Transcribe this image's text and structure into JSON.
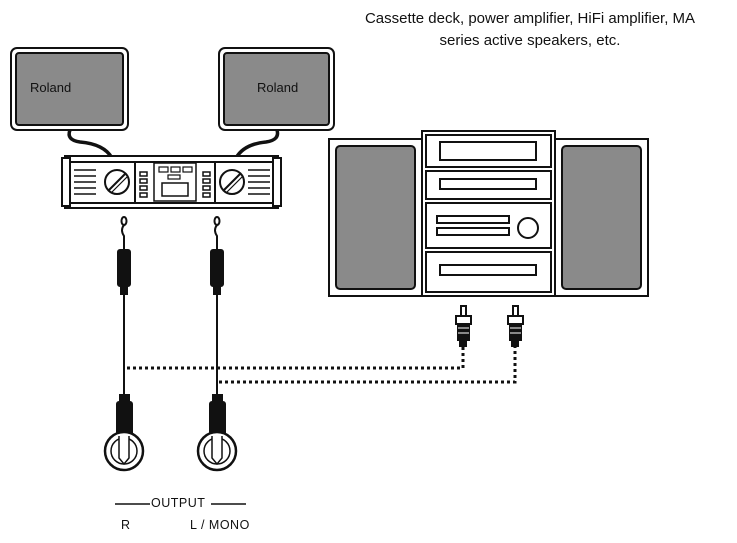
{
  "caption": {
    "line1": "Cassette deck, power amplifier, HiFi amplifier, MA",
    "line2": "series active speakers, etc."
  },
  "speakers": {
    "left_brand": "Roland",
    "right_brand": "Roland"
  },
  "output": {
    "title": "OUTPUT",
    "right_label": "R",
    "left_label": "L / MONO"
  },
  "colors": {
    "speaker_fill": "#8a8a8a",
    "line": "#111111",
    "panel_fill": "#ffffff"
  }
}
